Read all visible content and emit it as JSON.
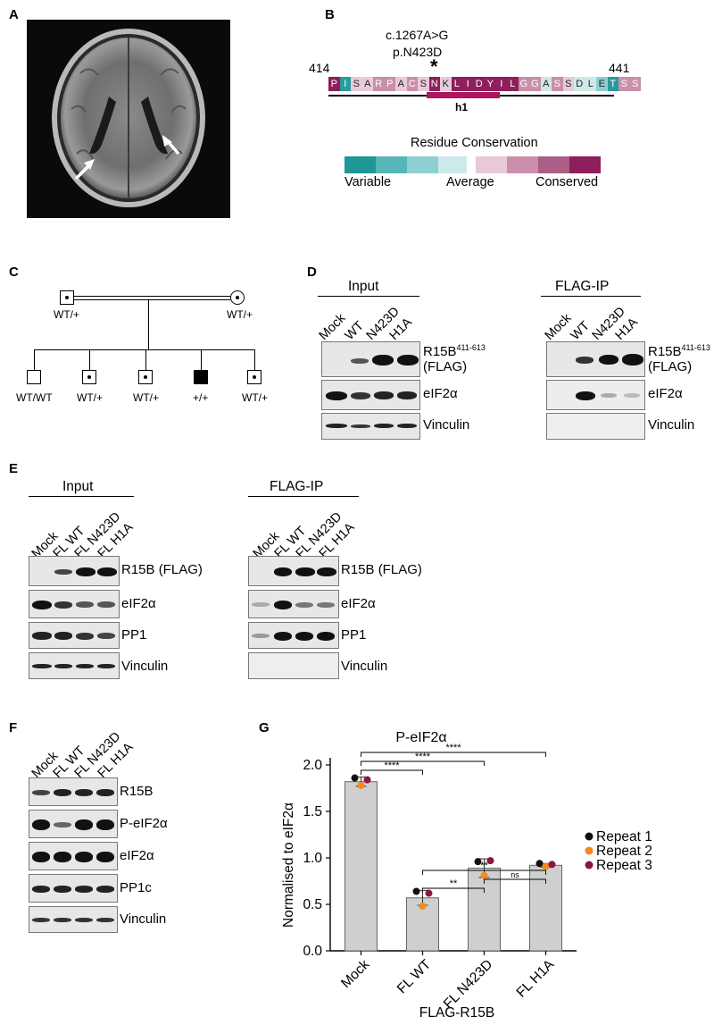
{
  "panels": {
    "A": "A",
    "B": "B",
    "C": "C",
    "D": "D",
    "E": "E",
    "F": "F",
    "G": "G"
  },
  "panelB": {
    "mutation_dna": "c.1267A>G",
    "mutation_protein": "p.N423D",
    "asterisk": "*",
    "start": "414",
    "end": "441",
    "residues": [
      "P",
      "I",
      "S",
      "A",
      "R",
      "P",
      "A",
      "C",
      "S",
      "N",
      "K",
      "L",
      "I",
      "D",
      "Y",
      "I",
      "L",
      "G",
      "G",
      "A",
      "S",
      "S",
      "D",
      "L",
      "E",
      "T",
      "S",
      "S"
    ],
    "residue_colors": [
      "#8e1e5c",
      "#2a9a9c",
      "#e8cbd9",
      "#e8cbd9",
      "#c98fab",
      "#c98fab",
      "#e8cbd9",
      "#c98fab",
      "#e8cbd9",
      "#8e1e5c",
      "#e8cbd9",
      "#8e1e5c",
      "#8e1e5c",
      "#8e1e5c",
      "#8e1e5c",
      "#8e1e5c",
      "#8e1e5c",
      "#c98fab",
      "#c98fab",
      "#cfe9ea",
      "#c98fab",
      "#e8cbd9",
      "#cfe9ea",
      "#cfe9ea",
      "#8ccfd1",
      "#2a9a9c",
      "#c98fab",
      "#c98fab"
    ],
    "helix_label": "h1",
    "legend_title": "Residue Conservation",
    "legend_colors": [
      "#1e9799",
      "#57b6b8",
      "#8fcfd1",
      "#cdeaeb",
      "#e8c9d8",
      "#c98fab",
      "#ad5e86",
      "#8e1e5c"
    ],
    "legend_labels": [
      "Variable",
      "Average",
      "Conserved"
    ]
  },
  "panelC": {
    "parents": [
      "WT/+",
      "WT/+"
    ],
    "children": [
      "WT/WT",
      "WT/+",
      "WT/+",
      "+/+",
      "WT/+"
    ]
  },
  "panelD": {
    "input_title": "Input",
    "ip_title": "FLAG-IP",
    "lanes": [
      "Mock",
      "WT",
      "N423D",
      "H1A"
    ],
    "row1_label": "R15B",
    "row1_sup": "411-613",
    "row1_sub": "(FLAG)",
    "row2_label": "eIF2α",
    "row3_label": "Vinculin"
  },
  "panelE": {
    "input_title": "Input",
    "ip_title": "FLAG-IP",
    "lanes": [
      "Mock",
      "FL WT",
      "FL N423D",
      "FL H1A"
    ],
    "rows": [
      "R15B (FLAG)",
      "eIF2α",
      "PP1",
      "Vinculin"
    ]
  },
  "panelF": {
    "lanes": [
      "Mock",
      "FL WT",
      "FL N423D",
      "FL H1A"
    ],
    "rows": [
      "R15B",
      "P-eIF2α",
      "eIF2α",
      "PP1c",
      "Vinculin"
    ]
  },
  "chart_data": {
    "type": "bar",
    "title": "P-eIF2α",
    "xlabel": "FLAG-R15B",
    "ylabel": "Normalised to eIF2α",
    "categories": [
      "Mock",
      "FL WT",
      "FL N423D",
      "FL H1A"
    ],
    "values": [
      1.82,
      0.57,
      0.89,
      0.92
    ],
    "errors": [
      0.05,
      0.08,
      0.1,
      0.02
    ],
    "ylim": [
      0,
      2.0
    ],
    "yticks": [
      "0.0",
      "0.5",
      "1.0",
      "1.5",
      "2.0"
    ],
    "repeats": [
      {
        "name": "Repeat 1",
        "color": "#111111",
        "values": [
          1.86,
          0.64,
          0.96,
          0.94
        ]
      },
      {
        "name": "Repeat 2",
        "color": "#f28a1c",
        "values": [
          1.78,
          0.48,
          0.81,
          0.91
        ]
      },
      {
        "name": "Repeat 3",
        "color": "#8c1547",
        "values": [
          1.84,
          0.62,
          0.97,
          0.93
        ]
      }
    ],
    "significance": [
      {
        "from": 0,
        "to": 3,
        "label": "****"
      },
      {
        "from": 0,
        "to": 2,
        "label": "****"
      },
      {
        "from": 0,
        "to": 1,
        "label": "****"
      },
      {
        "from": 1,
        "to": 3,
        "label": "**"
      },
      {
        "from": 2,
        "to": 3,
        "label": "ns"
      },
      {
        "from": 1,
        "to": 2,
        "label": "**"
      }
    ],
    "bar_color": "#cfcfcf"
  }
}
